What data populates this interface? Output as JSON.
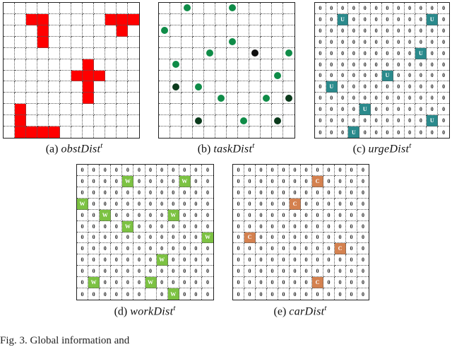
{
  "figure": {
    "grid_size": 12,
    "panels": [
      {
        "id": "a",
        "label": "(a)",
        "name": "obstDist",
        "superscript": "t",
        "type": "binary-color",
        "fill_color": "#ff0000",
        "cells": [
          [
            1,
            2
          ],
          [
            1,
            3
          ],
          [
            1,
            9
          ],
          [
            1,
            10
          ],
          [
            1,
            11
          ],
          [
            2,
            3
          ],
          [
            2,
            10
          ],
          [
            3,
            3
          ],
          [
            5,
            7
          ],
          [
            6,
            6
          ],
          [
            6,
            7
          ],
          [
            6,
            8
          ],
          [
            7,
            7
          ],
          [
            8,
            7
          ],
          [
            9,
            1
          ],
          [
            10,
            1
          ],
          [
            11,
            1
          ],
          [
            11,
            2
          ],
          [
            11,
            3
          ],
          [
            11,
            4
          ]
        ]
      },
      {
        "id": "b",
        "label": "(b)",
        "name": "taskDist",
        "superscript": "t",
        "type": "dots",
        "colors": {
          "green": "#0f8c48",
          "dark": "#0b3a1c",
          "black": "#111111"
        },
        "dots": [
          {
            "r": 0,
            "c": 2,
            "color": "green"
          },
          {
            "r": 0,
            "c": 6,
            "color": "green"
          },
          {
            "r": 2,
            "c": 0,
            "color": "green"
          },
          {
            "r": 3,
            "c": 6,
            "color": "green"
          },
          {
            "r": 4,
            "c": 4,
            "color": "green"
          },
          {
            "r": 4,
            "c": 8,
            "color": "black"
          },
          {
            "r": 4,
            "c": 11,
            "color": "green"
          },
          {
            "r": 5,
            "c": 1,
            "color": "green"
          },
          {
            "r": 6,
            "c": 10,
            "color": "green"
          },
          {
            "r": 7,
            "c": 1,
            "color": "dark"
          },
          {
            "r": 7,
            "c": 3,
            "color": "green"
          },
          {
            "r": 8,
            "c": 5,
            "color": "green"
          },
          {
            "r": 8,
            "c": 9,
            "color": "green"
          },
          {
            "r": 8,
            "c": 11,
            "color": "dark"
          },
          {
            "r": 10,
            "c": 3,
            "color": "dark"
          },
          {
            "r": 10,
            "c": 7,
            "color": "green"
          },
          {
            "r": 10,
            "c": 10,
            "color": "dark"
          }
        ]
      },
      {
        "id": "c",
        "label": "(c)",
        "name": "urgeDist",
        "superscript": "t",
        "type": "letter-matrix",
        "default_value": "0",
        "marker": "U",
        "marker_color": "#2a8a8c",
        "cells": [
          [
            1,
            2
          ],
          [
            1,
            10
          ],
          [
            4,
            9
          ],
          [
            6,
            6
          ],
          [
            7,
            1
          ],
          [
            9,
            4
          ],
          [
            10,
            10
          ],
          [
            11,
            3
          ]
        ],
        "blank": []
      },
      {
        "id": "d",
        "label": "(d)",
        "name": "workDist",
        "superscript": "t",
        "type": "letter-matrix",
        "default_value": "0",
        "marker": "W",
        "marker_color": "#7cc242",
        "cells": [
          [
            1,
            4
          ],
          [
            1,
            9
          ],
          [
            3,
            0
          ],
          [
            4,
            2
          ],
          [
            4,
            8
          ],
          [
            5,
            4
          ],
          [
            6,
            11
          ],
          [
            8,
            7
          ],
          [
            10,
            1
          ],
          [
            10,
            6
          ],
          [
            11,
            8
          ]
        ],
        "blank": [
          [
            11,
            6
          ]
        ]
      },
      {
        "id": "e",
        "label": "(e)",
        "name": "carDist",
        "superscript": "t",
        "type": "letter-matrix",
        "default_value": "0",
        "marker": "C",
        "marker_color": "#d4814f",
        "cells": [
          [
            1,
            7
          ],
          [
            3,
            5
          ],
          [
            6,
            1
          ],
          [
            7,
            9
          ],
          [
            10,
            7
          ]
        ],
        "blank": []
      }
    ],
    "footer_text": "Fig. 3.   Global information and"
  }
}
